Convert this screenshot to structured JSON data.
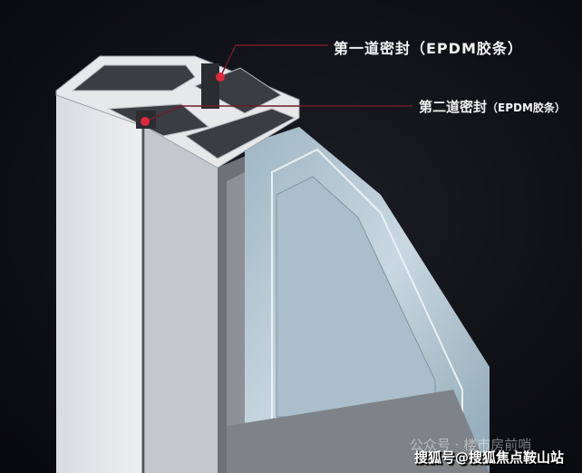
{
  "callouts": {
    "first_seal": "第一道密封（EPDM胶条）",
    "second_seal_main": "第二道密封",
    "second_seal_sub": "（EPDM胶条）"
  },
  "watermarks": {
    "wechat": "公众号 · 楼市房前哨",
    "sohu": "搜狐号@搜狐焦点鞍山站"
  },
  "colors": {
    "seal_marker": "#e0263a",
    "leader_line": "#6e1e2a"
  }
}
